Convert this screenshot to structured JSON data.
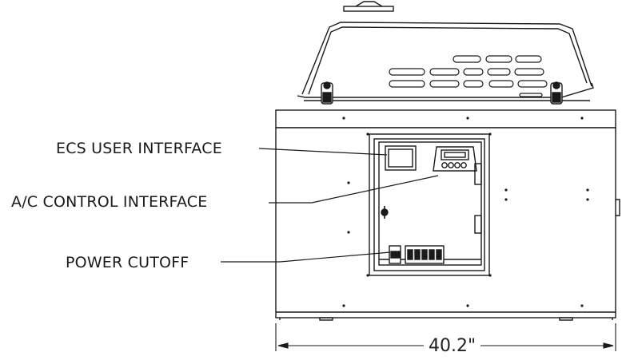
{
  "callouts": {
    "ecs_user_interface": "ECS USER INTERFACE",
    "ac_control_interface": "A/C CONTROL INTERFACE",
    "power_cutoff": "POWER CUTOFF"
  },
  "dimension": {
    "width_label": "40.2\""
  },
  "colors": {
    "line": "#1a1a1a",
    "fill": "#ffffff",
    "hatch": "#333333"
  }
}
